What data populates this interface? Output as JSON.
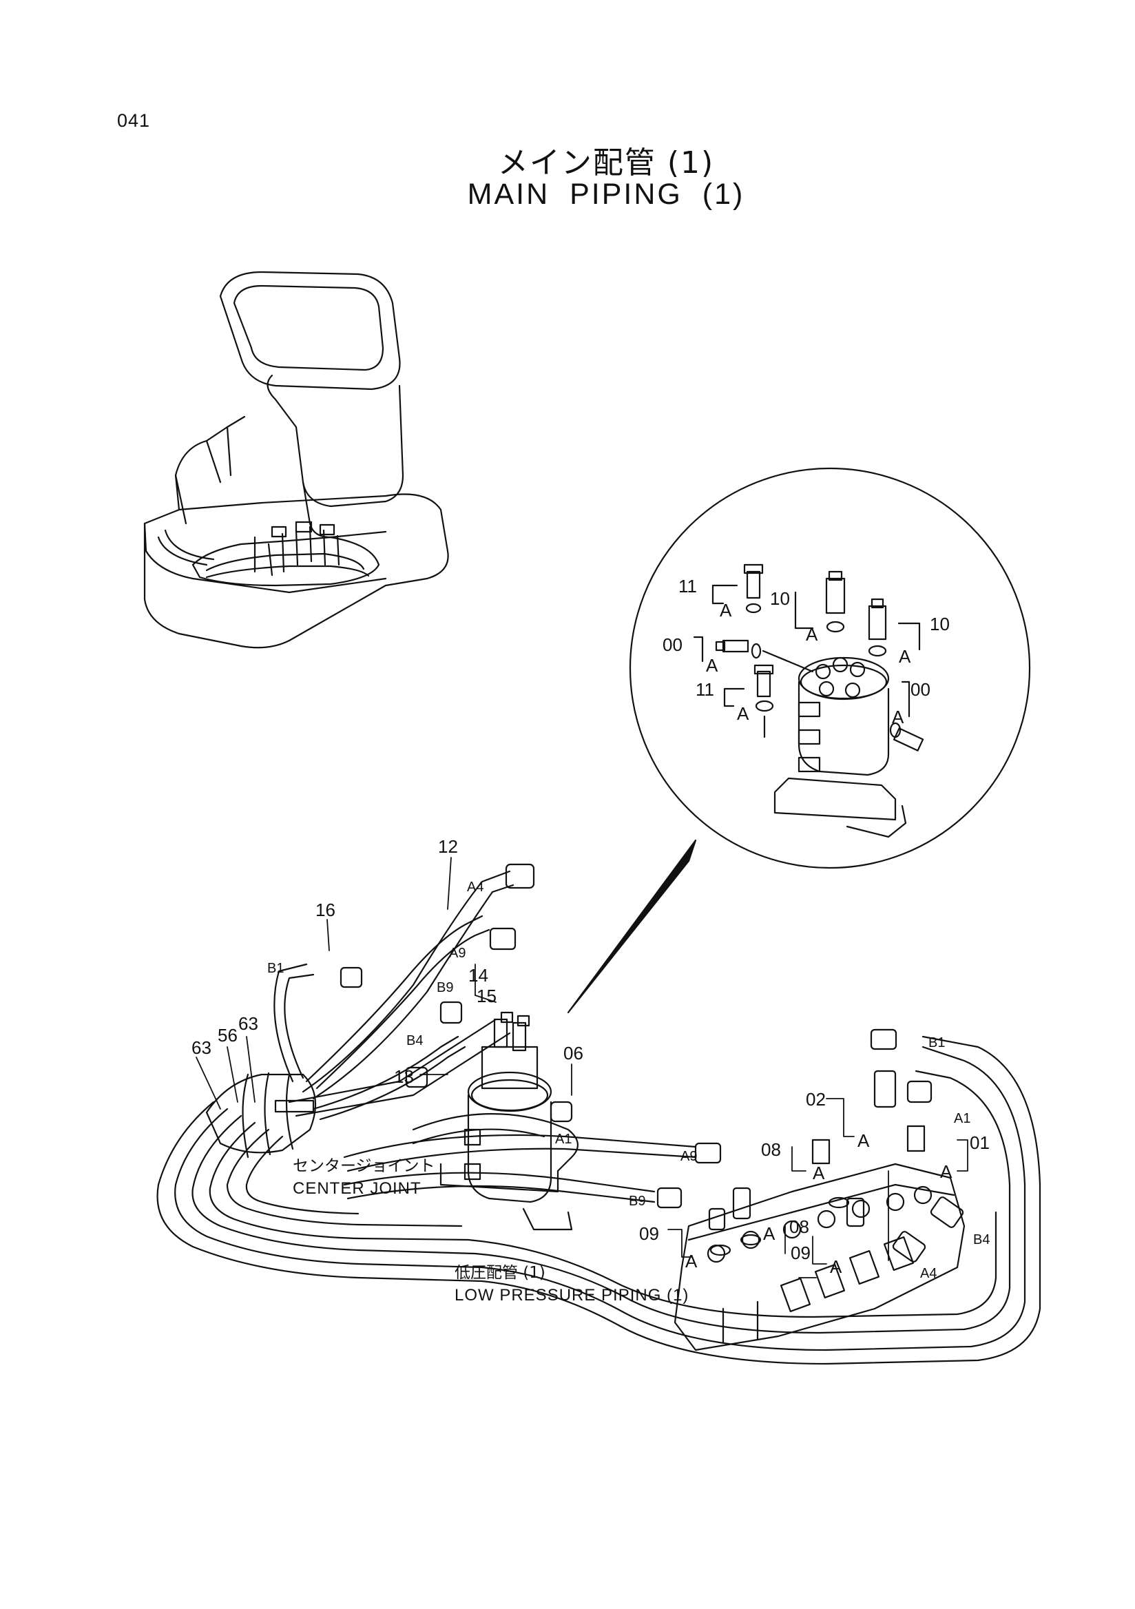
{
  "page_number": "041",
  "title_jp": "メイン配管 (1)",
  "title_en": "MAIN PIPING (1)",
  "part_labels": {
    "p12": "12",
    "p16": "16",
    "p14": "14",
    "p15": "15",
    "p13": "13",
    "p63a": "63",
    "p56": "56",
    "p63b": "63",
    "p06": "06",
    "p02": "02",
    "p01": "01",
    "p08a": "08",
    "p08b": "08",
    "p09a": "09",
    "p09b": "09",
    "d11a": "11",
    "d10a": "10",
    "d10b": "10",
    "d00a": "00",
    "d11b": "11",
    "d00b": "00"
  },
  "port_labels": {
    "a4": "A4",
    "a9": "A9",
    "b1": "B1",
    "b9": "B9",
    "b4": "B4",
    "a1": "A1",
    "a9r": "A9",
    "b9r": "B9",
    "b1r": "B1",
    "a1r": "A1",
    "b4r": "B4",
    "a4r": "A4"
  },
  "ref_letter": "A",
  "names": {
    "center_joint_jp": "センタージョイント",
    "center_joint_en": "CENTER JOINT",
    "low_pressure_jp": "低圧配管 (1)",
    "low_pressure_en": "LOW PRESSURE PIPING (1)"
  }
}
